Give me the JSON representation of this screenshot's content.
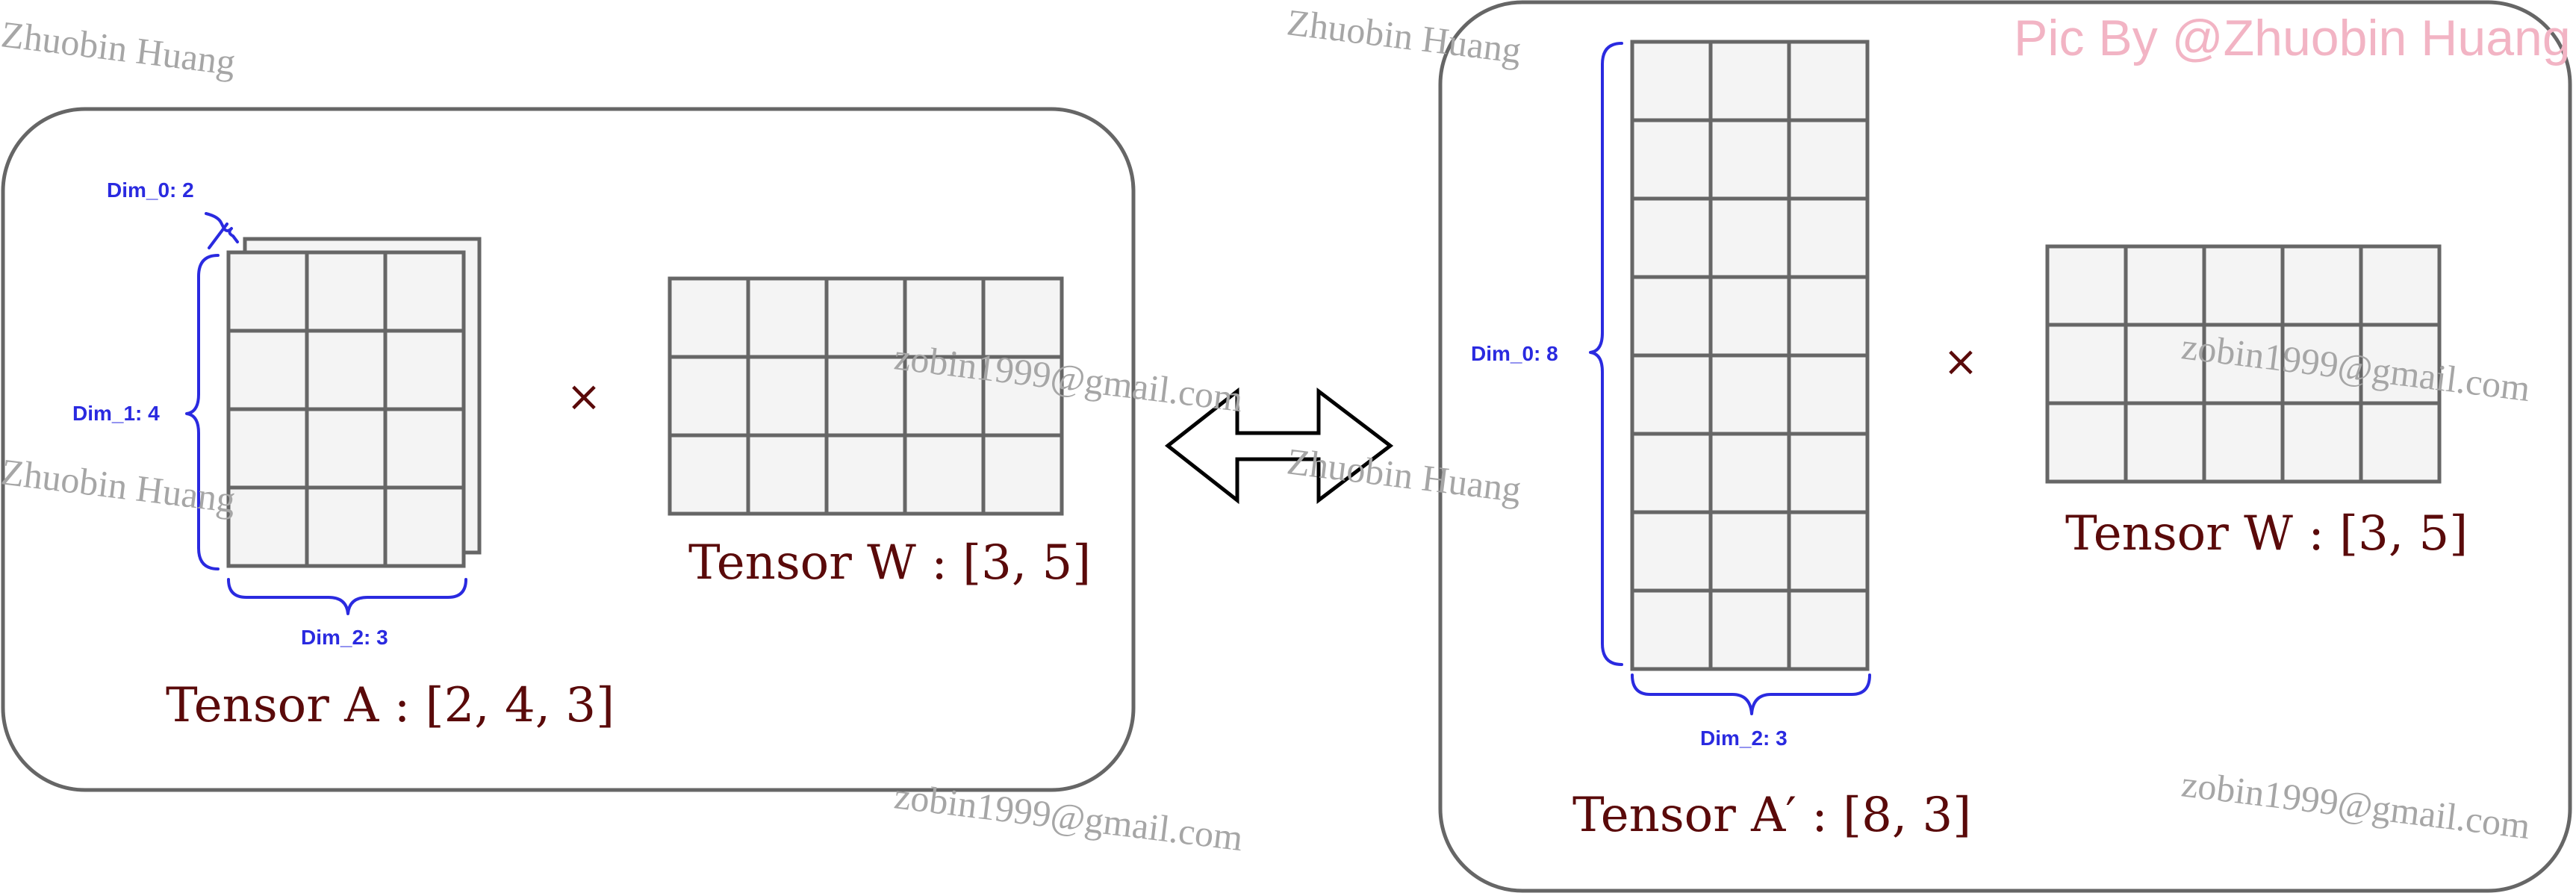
{
  "colors": {
    "frame": "#666666",
    "cell_fill": "#f4f4f4",
    "cell_stroke": "#666666",
    "brace": "#2a2ae0",
    "tensor_label": "#5a0a0a",
    "watermark": "#a6a6a6",
    "credit": "#f2b4c4"
  },
  "credit": "Pic By @Zhuobin Huang",
  "watermarks": {
    "name": "Zhuobin Huang",
    "email": "zobin1999@gmail.com"
  },
  "left": {
    "tensor_a": {
      "name": "Tensor A",
      "shape": "[2, 4, 3]",
      "rows": 4,
      "cols": 3,
      "layers": 2
    },
    "dims": {
      "dim0": "Dim_0: 2",
      "dim1": "Dim_1: 4",
      "dim2": "Dim_2: 3"
    },
    "operator": "×",
    "tensor_w": {
      "name": "Tensor W",
      "shape": "[3, 5]",
      "rows": 3,
      "cols": 5
    }
  },
  "right": {
    "tensor_a": {
      "name": "Tensor A′",
      "shape": "[8, 3]",
      "rows": 8,
      "cols": 3
    },
    "dims": {
      "dim0": "Dim_0: 8",
      "dim2": "Dim_2: 3"
    },
    "operator": "×",
    "tensor_w": {
      "name": "Tensor W",
      "shape": "[3, 5]",
      "rows": 3,
      "cols": 5
    }
  }
}
